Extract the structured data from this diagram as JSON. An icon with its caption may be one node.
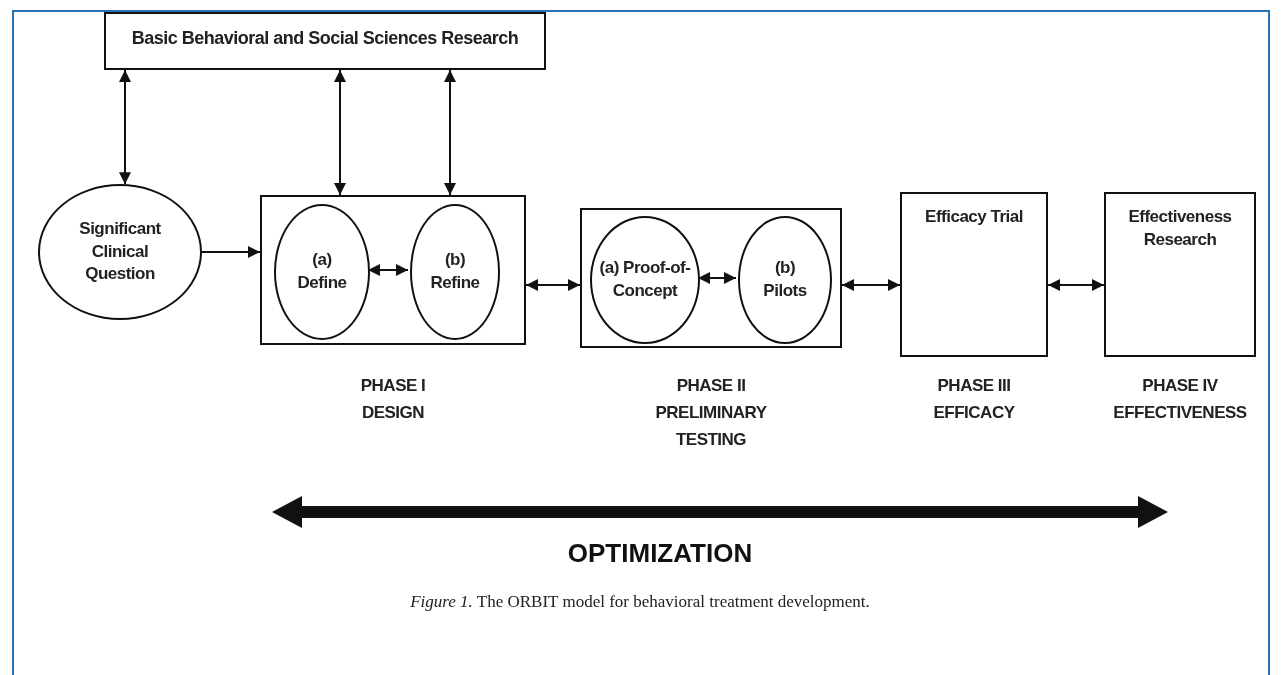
{
  "diagram": {
    "caption": "*Figure 1.* The ORBIT model for behavioral treatment development.",
    "nodes": [
      {
        "text": [
          "Basic Behavioral and Social Sciences Research"
        ]
      },
      {
        "text": [
          "Significant Clinical Question"
        ]
      },
      {
        "text": [],
        "shape": "box",
        "beside": [
          "PHASE I DESIGN"
        ]
      },
      {
        "text": [
          "(a) Define"
        ],
        "in": 2
      },
      {
        "text": [
          "(b) Refine"
        ],
        "in": 2
      },
      {
        "text": [],
        "shape": "box",
        "beside": [
          "PHASE II PRELIMINARY TESTING"
        ]
      },
      {
        "text": [
          "(a) Proof-of-Concept"
        ],
        "in": 5
      },
      {
        "text": [
          "(b) Pilots"
        ],
        "in": 5
      },
      {
        "text": [
          "Efficacy Trial"
        ],
        "beside": [
          "PHASE III EFFICACY"
        ]
      },
      {
        "text": [
          "Effectiveness Research"
        ],
        "beside": [
          "PHASE IV EFFECTIVENESS"
        ]
      }
    ],
    "edges": [
      {
        "from": 0,
        "to": 1,
        "arrow": "both"
      },
      {
        "from": 0,
        "to": 2,
        "arrow": "both"
      },
      {
        "from": 0,
        "to": 2,
        "arrow": "both"
      },
      {
        "from": 1,
        "to": 2,
        "arrow": "to"
      },
      {
        "from": 3,
        "to": 4,
        "arrow": "both"
      },
      {
        "from": 2,
        "to": 5,
        "arrow": "both"
      },
      {
        "from": 6,
        "to": 7,
        "arrow": "both"
      },
      {
        "from": 5,
        "to": 8,
        "arrow": "both"
      },
      {
        "from": 8,
        "to": 9,
        "arrow": "both"
      }
    ],
    "labels": [
      "OPTIMIZATION"
    ]
  }
}
